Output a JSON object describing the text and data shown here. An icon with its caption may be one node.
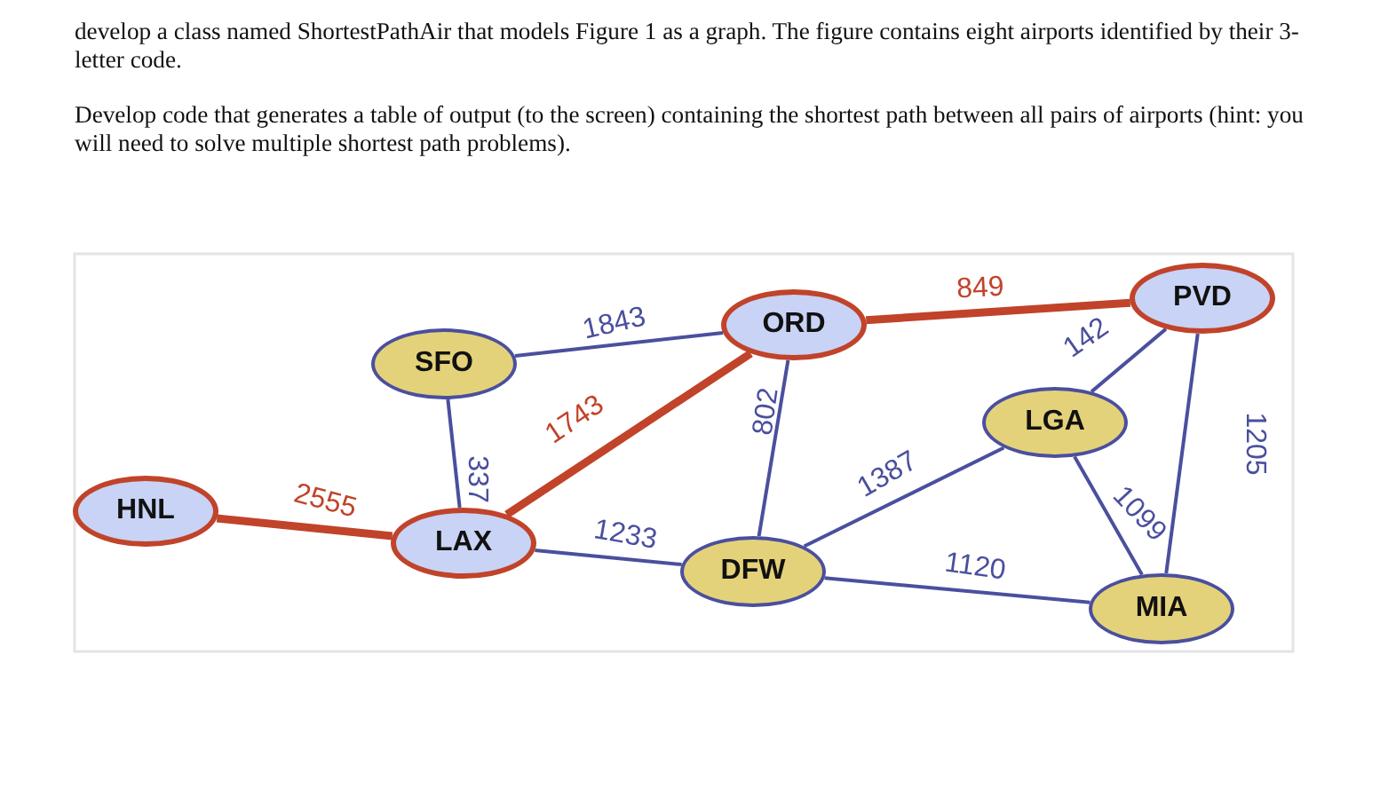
{
  "diagram": {
    "nodes": [
      {
        "text": [
          "HNL"
        ]
      },
      {
        "text": [
          "SFO"
        ]
      },
      {
        "text": [
          "LAX"
        ]
      },
      {
        "text": [
          "ORD"
        ]
      },
      {
        "text": [
          "DFW"
        ]
      },
      {
        "text": [
          "LGA"
        ]
      },
      {
        "text": [
          "PVD"
        ]
      },
      {
        "text": [
          "MIA"
        ]
      }
    ],
    "edges": [
      {
        "from": 0,
        "to": 2,
        "arrow": "none",
        "label": "2555",
        "style": "thick",
        "color": "#c0432a"
      },
      {
        "from": 1,
        "to": 2,
        "arrow": "none",
        "label": "337"
      },
      {
        "from": 1,
        "to": 3,
        "arrow": "none",
        "label": "1843"
      },
      {
        "from": 2,
        "to": 3,
        "arrow": "none",
        "label": "1743",
        "style": "thick",
        "color": "#c0432a"
      },
      {
        "from": 2,
        "to": 4,
        "arrow": "none",
        "label": "1233"
      },
      {
        "from": 3,
        "to": 4,
        "arrow": "none",
        "label": "802"
      },
      {
        "from": 3,
        "to": 6,
        "arrow": "none",
        "label": "849",
        "style": "thick",
        "color": "#c0432a"
      },
      {
        "from": 4,
        "to": 5,
        "arrow": "none",
        "label": "1387"
      },
      {
        "from": 4,
        "to": 7,
        "arrow": "none",
        "label": "1120"
      },
      {
        "from": 5,
        "to": 6,
        "arrow": "none",
        "label": "142"
      },
      {
        "from": 5,
        "to": 7,
        "arrow": "none",
        "label": "1099"
      },
      {
        "from": 6,
        "to": 7,
        "arrow": "none",
        "label": "1205"
      }
    ],
    "labels": [
      "develop a class named ShortestPathAir that models Figure 1 as a graph. The figure contains eight airports identified by their 3-letter code.",
      "Develop code that generates a table of output (to the screen) containing the shortest path between all pairs of airports (hint: you will need to solve multiple shortest path problems)."
    ]
  }
}
